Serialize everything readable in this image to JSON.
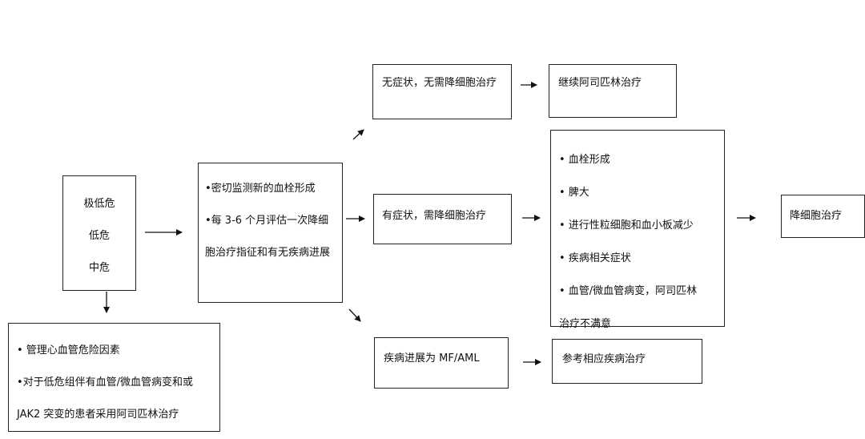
{
  "risk_box": {
    "lines": [
      "极低危",
      "低危",
      "中危"
    ]
  },
  "low_risk_box": {
    "line1": "•  管理心血管危险因素",
    "line2": "•对于低危组伴有血管/微血管病变和或",
    "line3": "JAK2 突变的患者采用阿司匹林治疗"
  },
  "monitor_box": {
    "item1": "•密切监测新的血栓形成",
    "item2": "•每  3-6  个月评估一次降细胞治疗指征和有无疾病进展"
  },
  "asymptomatic_box": {
    "text": "无症状，无需降细胞治疗"
  },
  "continue_box": {
    "text": "继续阿司匹林治疗"
  },
  "symptomatic_box": {
    "text": "有症状，需降细胞治疗"
  },
  "indication_box": {
    "items": [
      "•  血栓形成",
      "•  脾大",
      "•  进行性粒细胞和血小板减少",
      "•  疾病相关症状",
      "•  血管/微血管病变，阿司匹林"
    ],
    "tail": "治疗不满意"
  },
  "cytoreduction_box": {
    "text": "降细胞治疗"
  },
  "progression_box": {
    "text": "疾病进展为 MF/AML"
  },
  "reference_box": {
    "text": "参考相应疾病治疗"
  },
  "style": {
    "line_color": "#111111",
    "border_color": "#222222"
  }
}
